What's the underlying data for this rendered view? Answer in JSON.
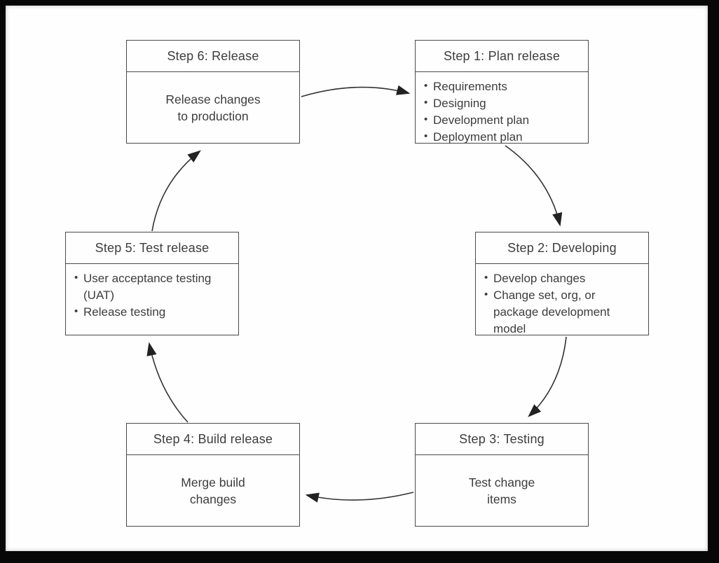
{
  "diagram": {
    "type": "cycle-flow",
    "subject": "Release management process cycle",
    "colors": {
      "frame": "#070707",
      "paper": "#fefefe",
      "box_border": "#4a4a4a",
      "text": "#3d3d3d",
      "arrow": "#222222"
    }
  },
  "boxes": [
    {
      "id": "step-1",
      "title": "Step 1: Plan release",
      "body_type": "bullets",
      "items": [
        "Requirements",
        "Designing",
        "Development plan",
        "Deployment plan"
      ]
    },
    {
      "id": "step-2",
      "title": "Step 2: Developing",
      "body_type": "bullets",
      "items": [
        "Develop changes",
        "Change set, org, or\npackage development\nmodel"
      ]
    },
    {
      "id": "step-3",
      "title": "Step 3: Testing",
      "body_type": "center",
      "text": "Test change\nitems"
    },
    {
      "id": "step-4",
      "title": "Step 4: Build release",
      "body_type": "center",
      "text": "Merge build\nchanges"
    },
    {
      "id": "step-5",
      "title": "Step 5: Test release",
      "body_type": "bullets",
      "items": [
        "User acceptance testing\n(UAT)",
        "Release testing"
      ]
    },
    {
      "id": "step-6",
      "title": "Step 6: Release",
      "body_type": "center",
      "text": "Release changes\nto production"
    }
  ],
  "arrows": [
    {
      "from": "Step 6: Release",
      "to": "Step 1: Plan release"
    },
    {
      "from": "Step 1: Plan release",
      "to": "Step 2: Developing"
    },
    {
      "from": "Step 2: Developing",
      "to": "Step 3: Testing"
    },
    {
      "from": "Step 3: Testing",
      "to": "Step 4: Build release"
    },
    {
      "from": "Step 4: Build release",
      "to": "Step 5: Test release"
    },
    {
      "from": "Step 5: Test release",
      "to": "Step 6: Release"
    }
  ]
}
